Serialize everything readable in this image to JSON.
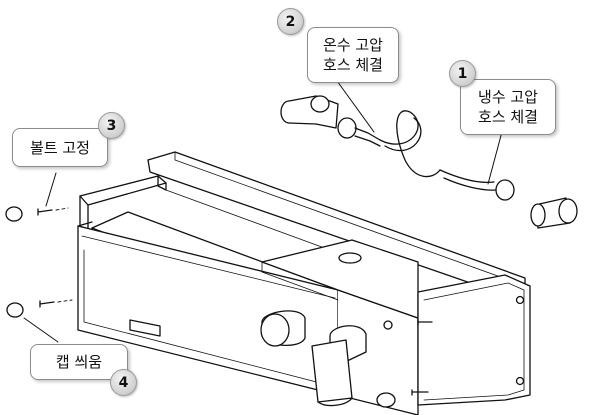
{
  "callouts": [
    {
      "number": "1",
      "lines": [
        "냉수 고압",
        "호스 체결"
      ]
    },
    {
      "number": "2",
      "lines": [
        "온수 고압",
        "호스 체결"
      ]
    },
    {
      "number": "3",
      "lines": [
        "볼트 고정"
      ]
    },
    {
      "number": "4",
      "lines": [
        "캡 씌움"
      ]
    }
  ],
  "colors": {
    "line": "#111111",
    "callout_border": "#8c8c8c",
    "badge_fill": "#d2d2d2"
  }
}
